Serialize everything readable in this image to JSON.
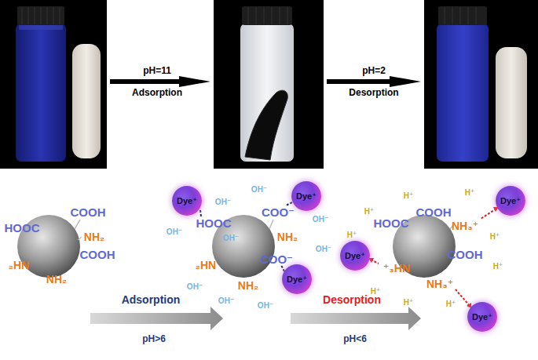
{
  "diagram": {
    "nodes": [
      {
        "text": [
          "Dye⁺"
        ]
      },
      {
        "text": [
          "Dye⁺"
        ]
      },
      {
        "text": [
          "Dye⁺"
        ]
      },
      {
        "text": [
          "Dye⁺"
        ]
      },
      {
        "text": [
          "Dye⁺"
        ]
      },
      {
        "text": [
          "Dye⁺"
        ]
      }
    ],
    "labels": [
      "pH=11",
      "Adsorption",
      "pH=2",
      "Desorption",
      "HOOC",
      "COOH",
      "NH₂",
      "₂HN",
      "COOH",
      "NH₂",
      "HOOC",
      "COO⁻",
      "NH₂",
      "₂HN",
      "NH₂",
      "COO⁻",
      "OH⁻",
      "OH⁻",
      "OH⁻",
      "OH⁻",
      "OH⁻",
      "OH⁻",
      "OH⁻",
      "OH⁻",
      "OH⁻",
      "HOOC",
      "COOH",
      "NH₃⁺",
      "⁺₃HN",
      "COOH",
      "NH₃⁺",
      "H⁺",
      "H⁺",
      "H⁺",
      "H⁺",
      "H⁺",
      "H⁺",
      "H⁺",
      "H⁺",
      "H⁺",
      "Adsorption",
      "pH>6",
      "Desorption",
      "pH<6"
    ]
  }
}
